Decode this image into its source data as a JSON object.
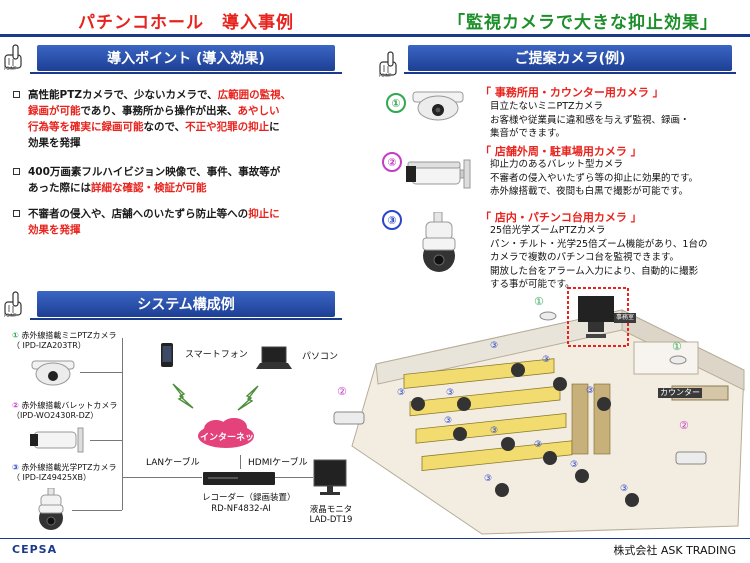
{
  "header": {
    "left_title": "パチンコホール　導入事例",
    "right_title": "「監視カメラで大きな抑止効果」"
  },
  "points": {
    "banner": "導入ポイント (導入効果)",
    "bullets": [
      {
        "lines": [
          [
            {
              "t": "高性能PTZカメラで、少ないカメラで、",
              "r": false
            },
            {
              "t": "広範囲の監視、",
              "r": true
            }
          ],
          [
            {
              "t": "録画が可能",
              "r": true
            },
            {
              "t": "であり、事務所から操作が出来、",
              "r": false
            },
            {
              "t": "あやしい",
              "r": true
            }
          ],
          [
            {
              "t": "行為等を確実に録画可能",
              "r": true
            },
            {
              "t": "なので、",
              "r": false
            },
            {
              "t": "不正や犯罪の抑止",
              "r": true
            },
            {
              "t": "に",
              "r": false
            }
          ],
          [
            {
              "t": "効果を発揮",
              "r": false
            }
          ]
        ]
      },
      {
        "lines": [
          [
            {
              "t": "400万画素フルハイビジョン映像で、事件、事故等が",
              "r": false
            }
          ],
          [
            {
              "t": "あった際には",
              "r": false
            },
            {
              "t": "詳細な確認・検証が可能",
              "r": true
            }
          ]
        ]
      },
      {
        "lines": [
          [
            {
              "t": "不審者の侵入や、店舗へのいたずら防止等への",
              "r": false
            },
            {
              "t": "抑止に",
              "r": true
            }
          ],
          [
            {
              "t": "効果を発揮",
              "r": true
            }
          ]
        ]
      }
    ]
  },
  "cameras": {
    "banner": "ご提案カメラ(例)",
    "items": [
      {
        "num": "①",
        "heading": "「 事務所用・カウンター用カメラ 」",
        "desc": [
          "目立たないミニPTZカメラ",
          "お客様や従業員に違和感を与えず監視、録画・",
          "集音ができます。"
        ]
      },
      {
        "num": "②",
        "heading": "「 店舗外周・駐車場用カメラ 」",
        "desc": [
          "抑止力のあるバレット型カメラ",
          "不審者の侵入やいたずら等の抑止に効果的です。",
          "赤外線搭載で、夜間も白黒で撮影が可能です。"
        ]
      },
      {
        "num": "③",
        "heading": "「 店内・パチンコ台用カメラ 」",
        "desc": [
          "25倍光学ズームPTZカメラ",
          "パン・チルト・光学25倍ズーム機能があり、1台の",
          "カメラで複数のパチンコ台を監視できます。",
          "開放した台をアラーム入力により、自動的に撮影",
          "する事が可能です。"
        ]
      }
    ]
  },
  "system": {
    "banner": "システム構成例",
    "cams": [
      {
        "num": "①",
        "name": "赤外線搭載ミニPTZカメラ",
        "model": "（ IPD-IZA203TR）"
      },
      {
        "num": "②",
        "name": "赤外線搭載バレットカメラ",
        "model": "（IPD-WO2430R-DZ）"
      },
      {
        "num": "③",
        "name": "赤外線搭載光学PTZカメラ",
        "model": "（ IPD-IZ49425XB）"
      }
    ],
    "smartphone": "スマートフォン",
    "pc": "パソコン",
    "internet": "インターネット",
    "lan": "LANケーブル",
    "hdmi": "HDMIケーブル",
    "recorder_name": "レコーダー（録画装置）",
    "recorder_model": "RD-NF4832-AI",
    "monitor_name": "液晶モニタ",
    "monitor_model": "LAD-DT19"
  },
  "floor": {
    "counter": "カウンター",
    "office": "事務室",
    "marks": [
      "①",
      "①",
      "②",
      "②",
      "③",
      "③",
      "③",
      "③",
      "③",
      "③",
      "③",
      "③",
      "③",
      "③",
      "③"
    ]
  },
  "footer": {
    "logo": "CEPSA",
    "company": "株式会社 ASK TRADING"
  },
  "colors": {
    "accent_red": "#e8231d",
    "accent_green": "#1c8f2a",
    "banner_blue": "#1d3f94",
    "num1": "#2fa84f",
    "num2": "#c43dc4",
    "num3": "#2c46c9"
  }
}
